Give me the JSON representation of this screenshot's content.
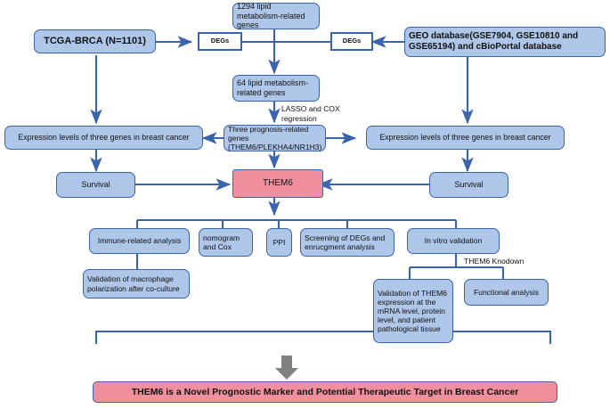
{
  "diagram": {
    "title": "THEM6 breast cancer study workflow",
    "colors": {
      "box_fill_blue": "#aec6e8",
      "box_fill_pink": "#f0909e",
      "box_border": "#3a64ab",
      "connector": "#3a64ab",
      "final_arrow": "#808080",
      "background": "#ffffff",
      "text": "#111111"
    },
    "nodes": {
      "tcga": "TCGA-BRCA (N=1101)",
      "degs_left": "DEGs",
      "degs_right": "DEGs",
      "lipid_1294": "1294 lipid metabolism-related genes",
      "geo": "GEO database(GSE7904, GSE10810 and GSE65194) and cBioPortal database",
      "lipid_64": "64 lipid metabolism-related genes",
      "three_genes": "Three prognosis-related genes (THEM6/PLEKHA4/NR1H3)",
      "expr_left": "Expression levels of three genes in breast cancer",
      "expr_right": "Expression levels of three genes in breast cancer",
      "survival_left": "Survival",
      "survival_right": "Survival",
      "them6": "THEM6",
      "immune": "Immune-related analysis",
      "macrophage": "Validation of macrophage polarization after co-culture",
      "nomogram": "nomogram and Cox",
      "ppi": "PPI",
      "screening": "Screening of DEGs and enrucgment analysis",
      "invitro": "In vitro validation",
      "validation_them6": "Validation of THEM6 expression at the mRNA level, protein level, and patient pathological tissue",
      "functional": "Functional analysis",
      "conclusion": "THEM6 is a Novel Prognostic Marker and Potential Therapeutic Target in Breast Cancer"
    },
    "edge_labels": {
      "lasso": "LASSO and COX regression",
      "knockdown": "THEM6 Knodown"
    }
  }
}
